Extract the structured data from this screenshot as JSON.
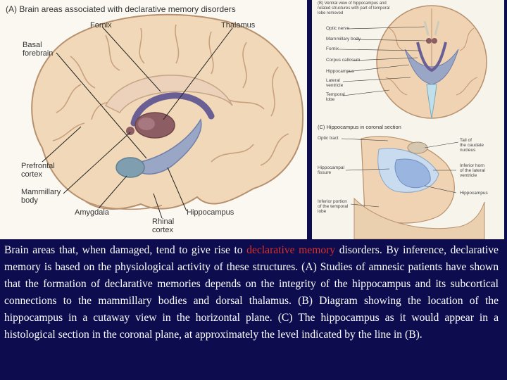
{
  "panel_a": {
    "title": "(A) Brain areas associated with declarative memory disorders",
    "labels": {
      "fornix": "Fornix",
      "thalamus": "Thalamus",
      "basal_forebrain": "Basal\nforebrain",
      "prefrontal_cortex": "Prefrontal\ncortex",
      "mammillary_body": "Mammillary\nbody",
      "amygdala": "Amygdala",
      "hippocampus": "Hippocampus",
      "rhinal_cortex": "Rhinal\ncortex"
    }
  },
  "panel_b": {
    "title": "(B) Ventral view of hippocampus and related structures with part of temporal lobe removed",
    "labels": {
      "optic_nerve": "Optic nerve",
      "mammillary_body": "Mammillary body",
      "fornix": "Fornix",
      "corpus_callosum": "Corpus callosum",
      "hippocampus": "Hippocampus",
      "lateral_ventricle": "Lateral\nventricle",
      "temporal_lobe": "Temporal\nlobe"
    }
  },
  "panel_c": {
    "title": "(C) Hippocampus in coronal section",
    "labels": {
      "optic_tract": "Optic tract",
      "hippocampal_fissure": "Hippocampal\nfissure",
      "inferior_portion": "Inferior portion\nof the temporal\nlobe",
      "tail_caudate": "Tail of\nthe caudate\nnucleus",
      "inferior_horn": "Inferior horn\nof the lateral\nventricle",
      "hippocampus": "Hippocampus"
    }
  },
  "caption": {
    "part1": "Brain areas that, when damaged, tend to give rise to ",
    "highlight": "declarative memory",
    "part2": " disorders. By inference, declarative memory is based on the physiological activity of these structures. (A) Studies of amnesic patients have shown that the formation of declarative memories depends on the integrity of the hippocampus and its subcortical connections to the mammillary bodies and dorsal thalamus. (B) Diagram showing the location of the hippocampus in a cutaway view in the horizontal plane. (C) The hippocampus as it would appear in a histological section in the coronal plane, at approximately the level indicated by the line in (B)."
  },
  "colors": {
    "background": "#0c0c4e",
    "highlight": "#d8312c",
    "brain": "#f0d6b6",
    "hippocampus": "#9aa6c6",
    "thalamus": "#8c5e64",
    "fornix": "#6a5f94",
    "amygdala": "#7f9fb0"
  }
}
